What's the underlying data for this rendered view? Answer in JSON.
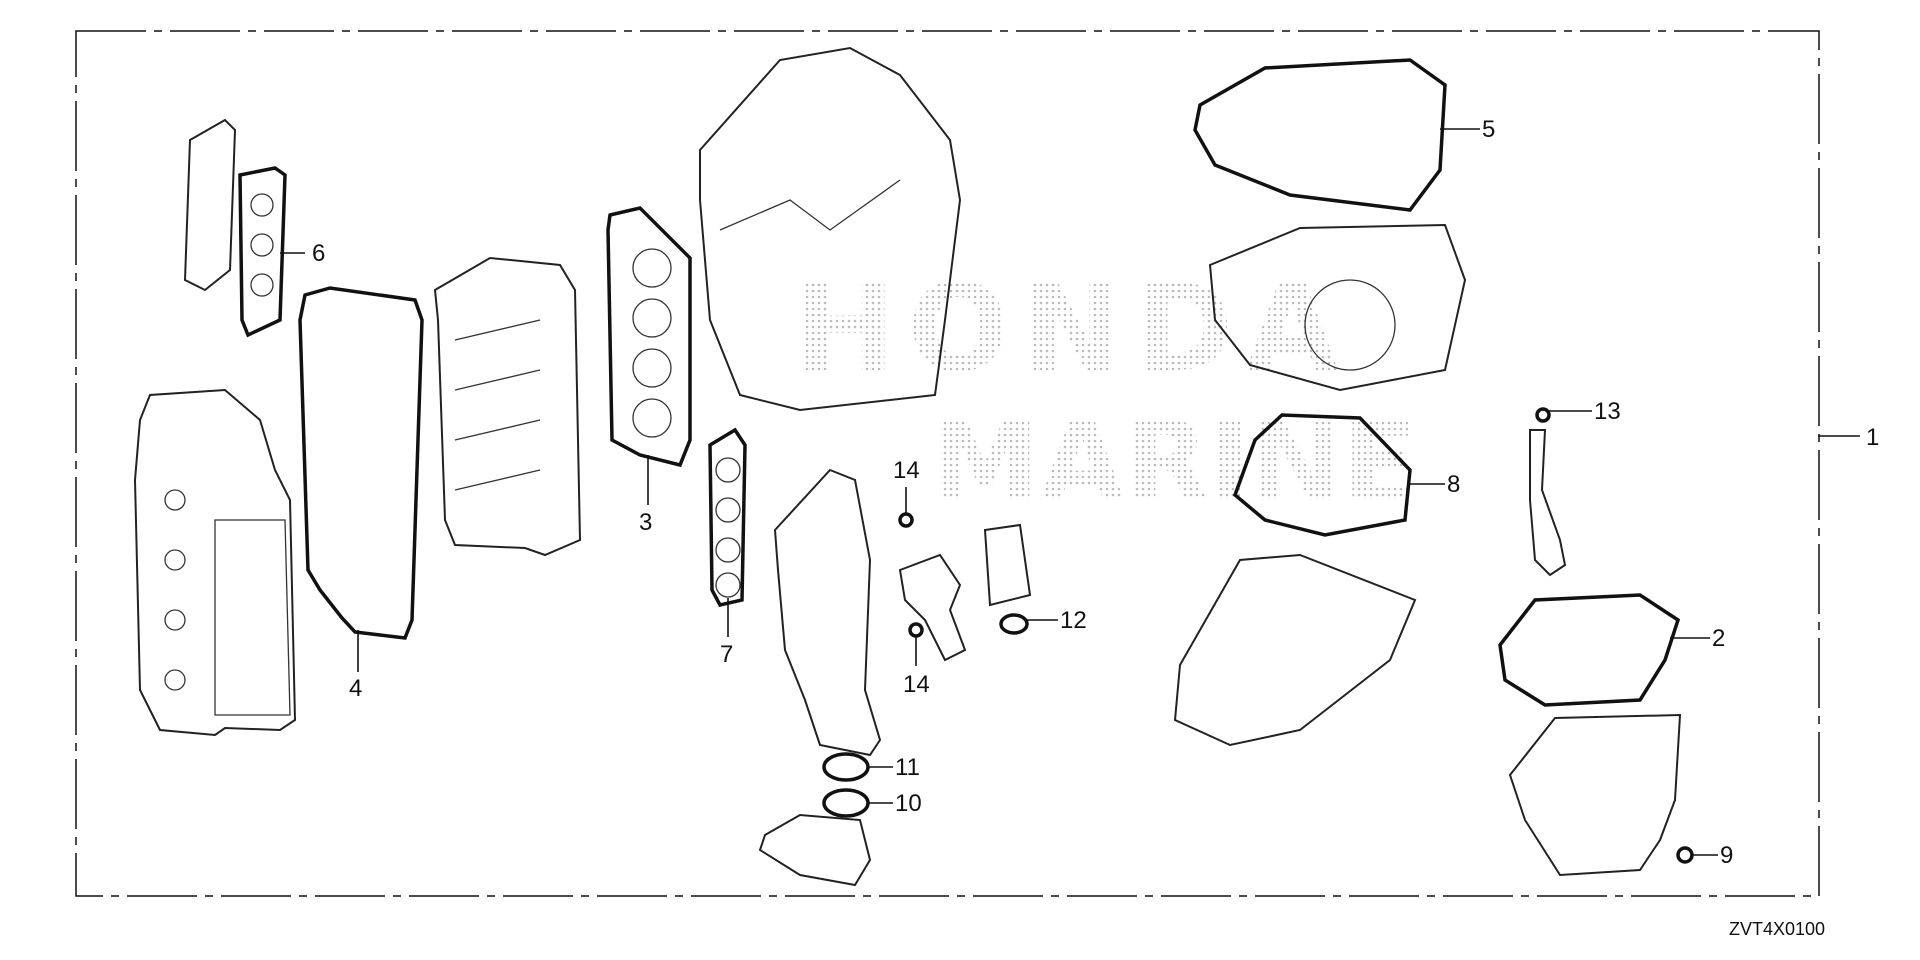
{
  "diagram": {
    "code": "ZVT4X0100",
    "watermark": [
      "HONDA",
      "MARINE"
    ],
    "callouts": {
      "kit": "1",
      "oil_pan_gasket": "2",
      "head_gasket": "3",
      "cover_gasket": "4",
      "flywheel_gasket": "5",
      "intake_gasket": "6",
      "exhaust_gasket": "7",
      "case_gasket": "8",
      "drain_washer": "9",
      "oring_10": "10",
      "oring_11": "11",
      "oring_12": "12",
      "oring_13": "13",
      "oring_14_top": "14",
      "oring_14_bottom": "14"
    }
  }
}
